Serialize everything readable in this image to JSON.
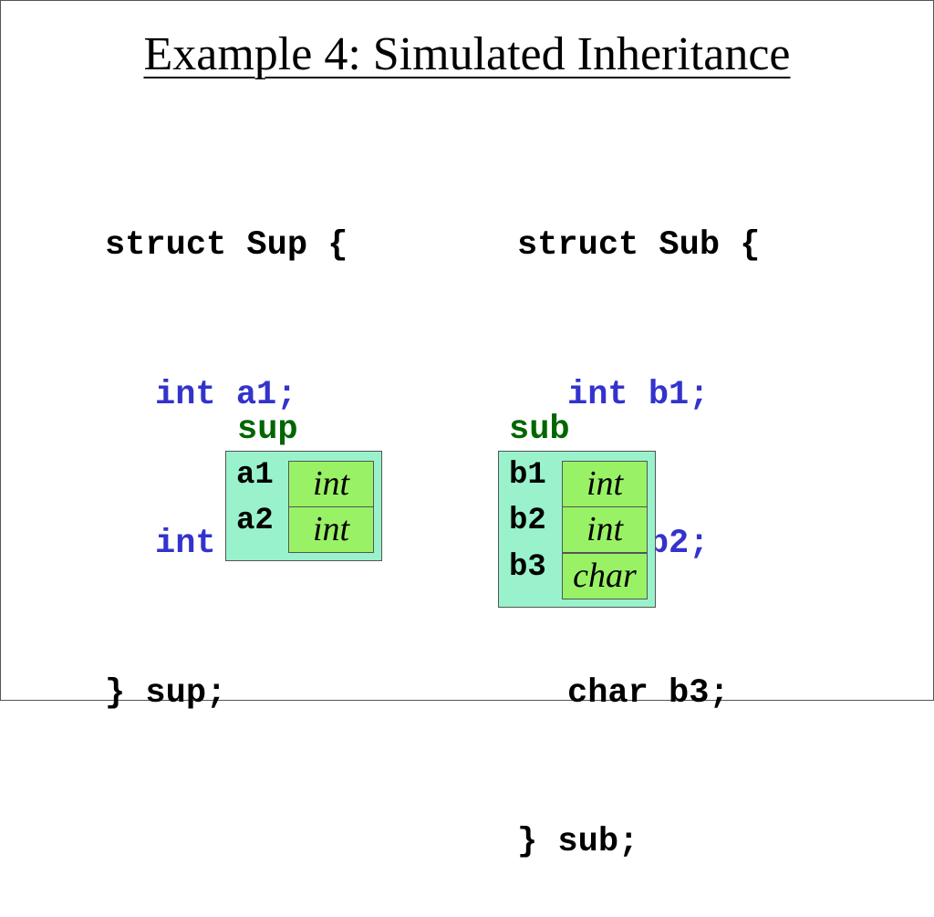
{
  "slide": {
    "title": "Example 4: Simulated Inheritance"
  },
  "code_sup": {
    "lines": [
      {
        "text": "struct Sup {",
        "kind": "keyword"
      },
      {
        "text": "int a1;",
        "kind": "field"
      },
      {
        "text": "int a2;",
        "kind": "field"
      },
      {
        "text": "} sup;",
        "kind": "keyword"
      }
    ]
  },
  "code_sub": {
    "lines": [
      {
        "text": "struct Sub {",
        "kind": "keyword"
      },
      {
        "text": "int b1;",
        "kind": "field"
      },
      {
        "text": "int b2;",
        "kind": "field"
      },
      {
        "text": "char b3;",
        "kind": "plain"
      },
      {
        "text": "} sub;",
        "kind": "keyword"
      }
    ]
  },
  "diagram_sup": {
    "label": "sup",
    "fields": [
      {
        "name": "a1",
        "type": "int"
      },
      {
        "name": "a2",
        "type": "int"
      }
    ]
  },
  "diagram_sub": {
    "label": "sub",
    "fields": [
      {
        "name": "b1",
        "type": "int"
      },
      {
        "name": "b2",
        "type": "int"
      },
      {
        "name": "b3",
        "type": "char"
      }
    ]
  },
  "colors": {
    "field_text": "#3333cc",
    "label_text": "#006600",
    "struct_box": "#99f2cc",
    "type_cell": "#99f266"
  }
}
